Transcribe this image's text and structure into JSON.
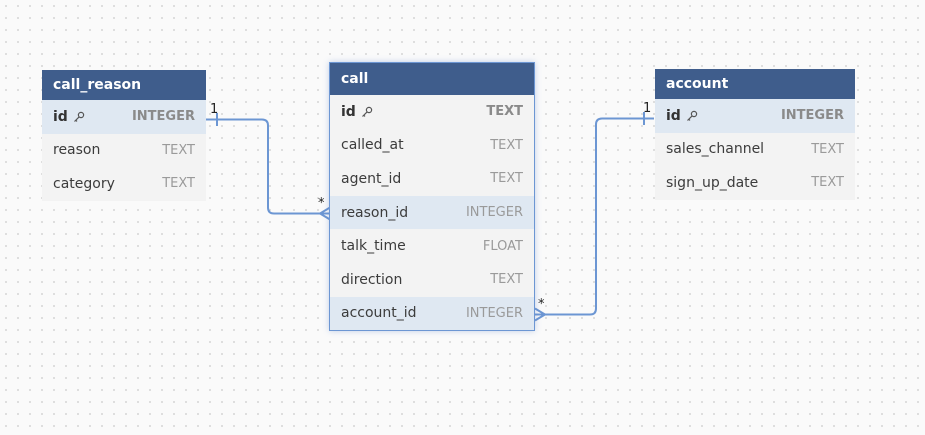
{
  "colors": {
    "header_bg": "#3f5d8c",
    "header_text": "#ffffff",
    "relation_line": "#6c96d3",
    "row_highlight": "#dfe8f2",
    "table_bg": "#f3f3f3"
  },
  "tables": {
    "call_reason": {
      "name": "call_reason",
      "columns": [
        {
          "name": "id",
          "type": "INTEGER",
          "icon": "key-icon"
        },
        {
          "name": "reason",
          "type": "TEXT"
        },
        {
          "name": "category",
          "type": "TEXT"
        }
      ]
    },
    "call": {
      "name": "call",
      "columns": [
        {
          "name": "id",
          "type": "TEXT",
          "icon": "key-icon"
        },
        {
          "name": "called_at",
          "type": "TEXT"
        },
        {
          "name": "agent_id",
          "type": "TEXT"
        },
        {
          "name": "reason_id",
          "type": "INTEGER"
        },
        {
          "name": "talk_time",
          "type": "FLOAT"
        },
        {
          "name": "direction",
          "type": "TEXT"
        },
        {
          "name": "account_id",
          "type": "INTEGER"
        }
      ]
    },
    "account": {
      "name": "account",
      "columns": [
        {
          "name": "id",
          "type": "INTEGER",
          "icon": "key-icon"
        },
        {
          "name": "sales_channel",
          "type": "TEXT"
        },
        {
          "name": "sign_up_date",
          "type": "TEXT"
        }
      ]
    }
  },
  "relations": [
    {
      "from": "call_reason.id",
      "to": "call.reason_id",
      "from_card": "1",
      "to_card": "*"
    },
    {
      "from": "account.id",
      "to": "call.account_id",
      "from_card": "1",
      "to_card": "*"
    }
  ]
}
